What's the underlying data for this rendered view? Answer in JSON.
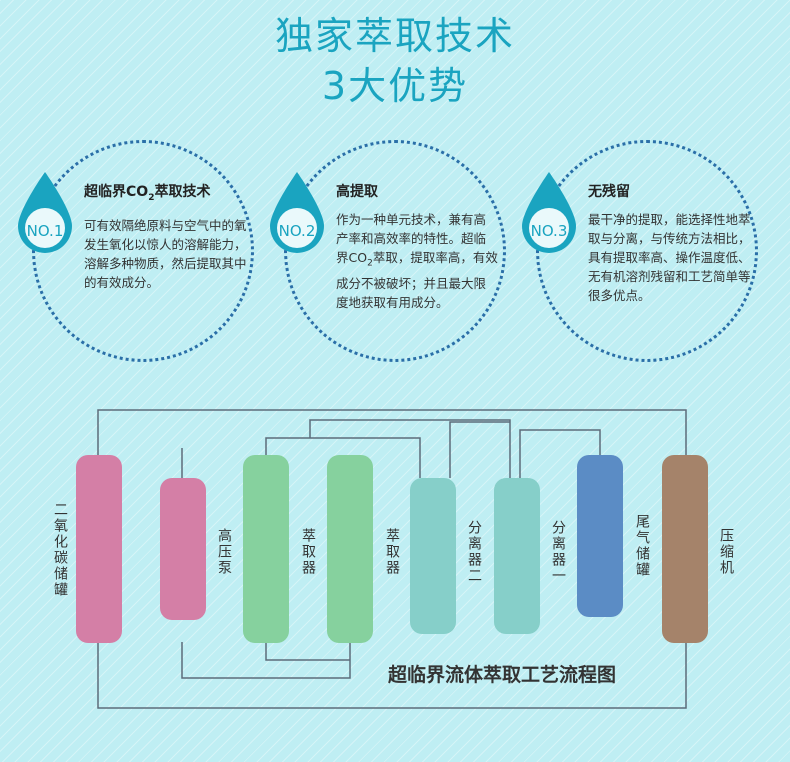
{
  "title_line1": "独家萃取技术",
  "title_line2": "3大优势",
  "features": [
    {
      "badge": "NO.1",
      "title_pre": "超临界CO",
      "title_sub": "2",
      "title_post": "萃取技术",
      "body": "可有效隔绝原料与空气中的氧发生氧化以惊人的溶解能力，溶解多种物质，然后提取其中的有效成分。"
    },
    {
      "badge": "NO.2",
      "title": "高提取",
      "body_pre": "作为一种单元技术，兼有高产率和高效率的特性。超临界CO",
      "body_sub": "2",
      "body_post": "萃取，提取率高，有效成分不被破坏；并且最大限度地获取有用成分。"
    },
    {
      "badge": "NO.3",
      "title": "无残留",
      "body": "最干净的提取，能选择性地萃取与分离，与传统方法相比，具有提取率高、操作温度低、无有机溶剂残留和工艺简单等很多优点。"
    }
  ],
  "vessels": [
    {
      "label": "二氧化碳储罐",
      "color": "#d47fa6"
    },
    {
      "label": "高压泵",
      "color": "#d47fa6"
    },
    {
      "label": "萃取器",
      "color": "#86d19e"
    },
    {
      "label": "萃取器",
      "color": "#86d19e"
    },
    {
      "label": "分离器二",
      "color": "#86cfc9"
    },
    {
      "label": "分离器一",
      "color": "#86cfc9"
    },
    {
      "label": "尾气储罐",
      "color": "#5b8cc5"
    },
    {
      "label": "压缩机",
      "color": "#a5836a"
    }
  ],
  "flow_title": "超临界流体萃取工艺流程图",
  "colors": {
    "accent": "#1aa4c0",
    "dots": "#2a6fa8",
    "pipe": "#5d6b7a"
  }
}
